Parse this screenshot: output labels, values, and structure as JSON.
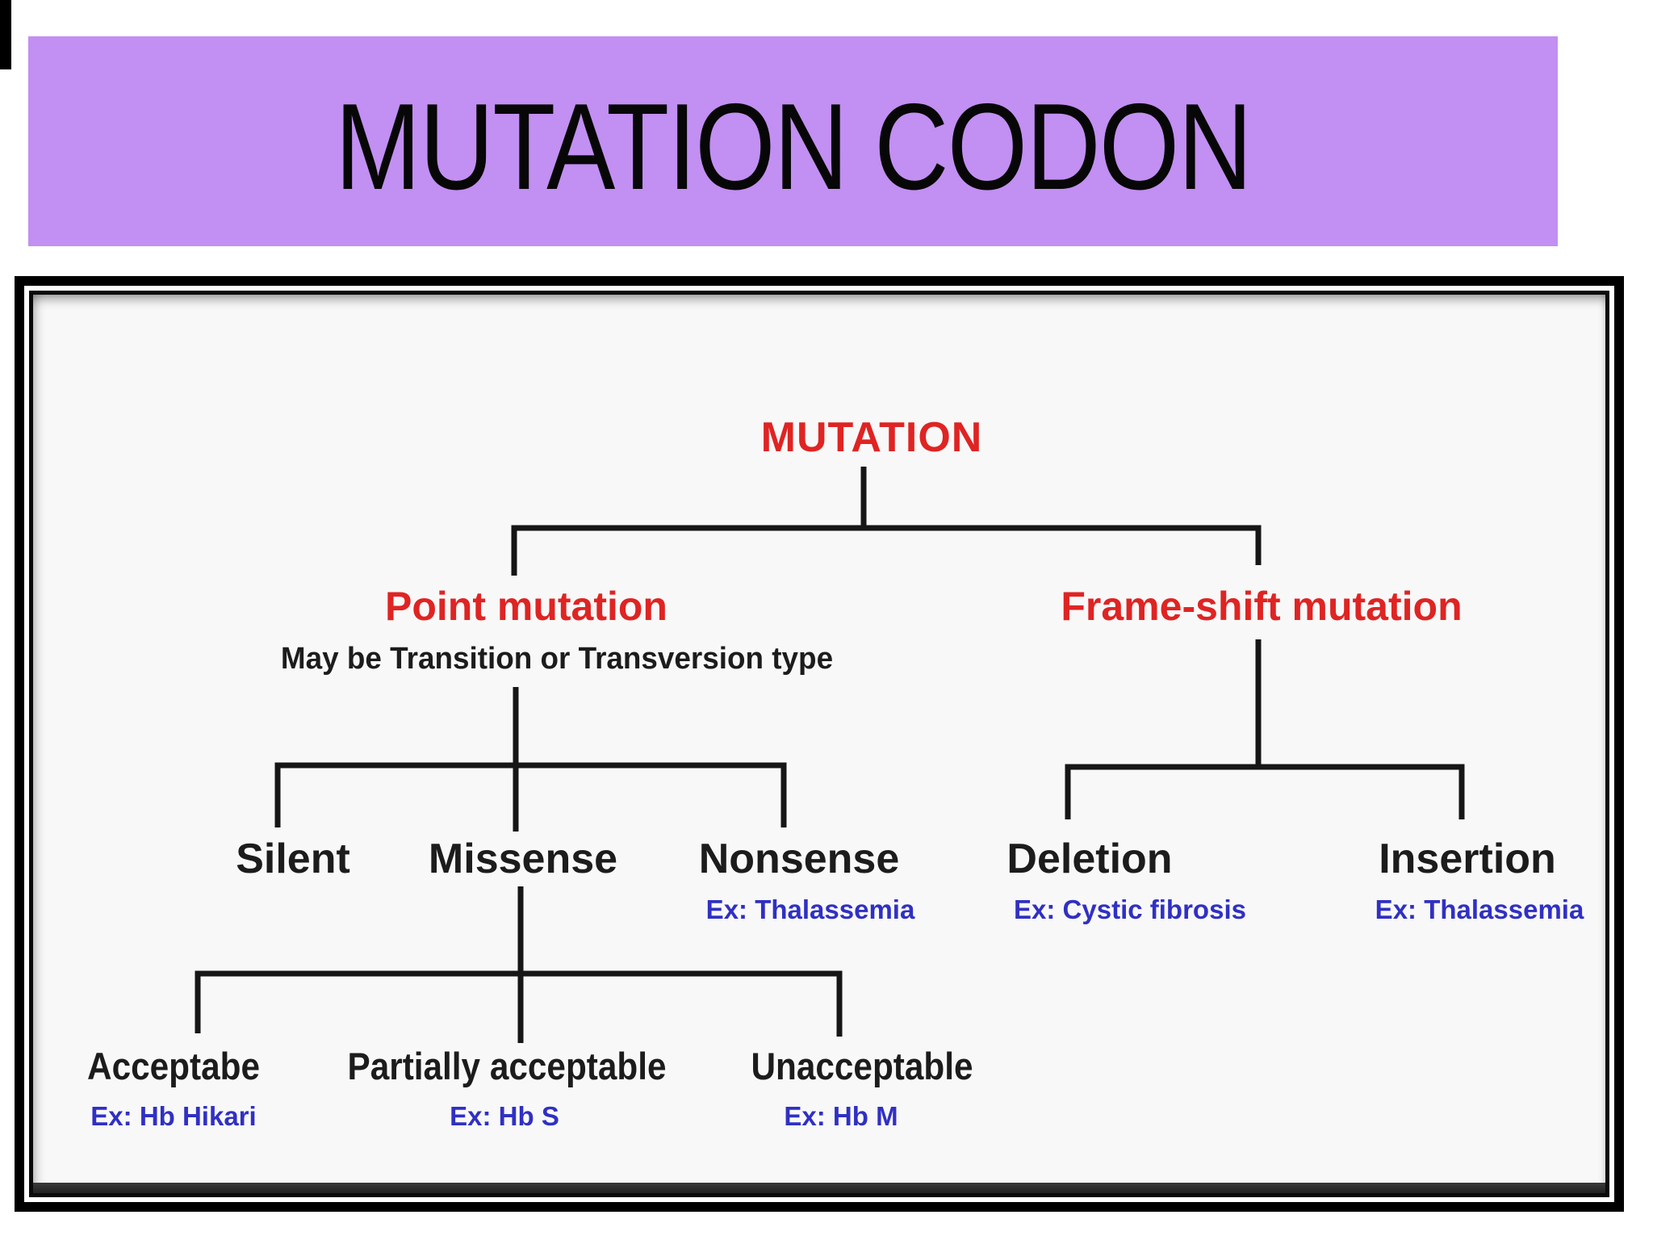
{
  "banner": {
    "title": "MUTATION CODON",
    "bg_color": "#c28ff2",
    "text_color": "#070707"
  },
  "colors": {
    "heading_red": "#df2423",
    "example_blue": "#3030c4",
    "line_black": "#161616",
    "frame_black": "#000000",
    "canvas_background": "#f8f8f8"
  },
  "diagram": {
    "root": {
      "label": "MUTATION"
    },
    "point": {
      "label": "Point mutation",
      "note": "May be Transition or Transversion type"
    },
    "frameshift": {
      "label": "Frame-shift mutation"
    },
    "silent": {
      "label": "Silent"
    },
    "missense": {
      "label": "Missense"
    },
    "nonsense": {
      "label": "Nonsense",
      "example": "Ex: Thalassemia"
    },
    "deletion": {
      "label": "Deletion",
      "example": "Ex: Cystic fibrosis"
    },
    "insertion": {
      "label": "Insertion",
      "example": "Ex: Thalassemia"
    },
    "acceptable": {
      "label": "Acceptabe",
      "example": "Ex: Hb Hikari"
    },
    "partially_acceptable": {
      "label": "Partially acceptable",
      "example": "Ex: Hb S"
    },
    "unacceptable": {
      "label": "Unacceptable",
      "example": "Ex: Hb M"
    }
  }
}
